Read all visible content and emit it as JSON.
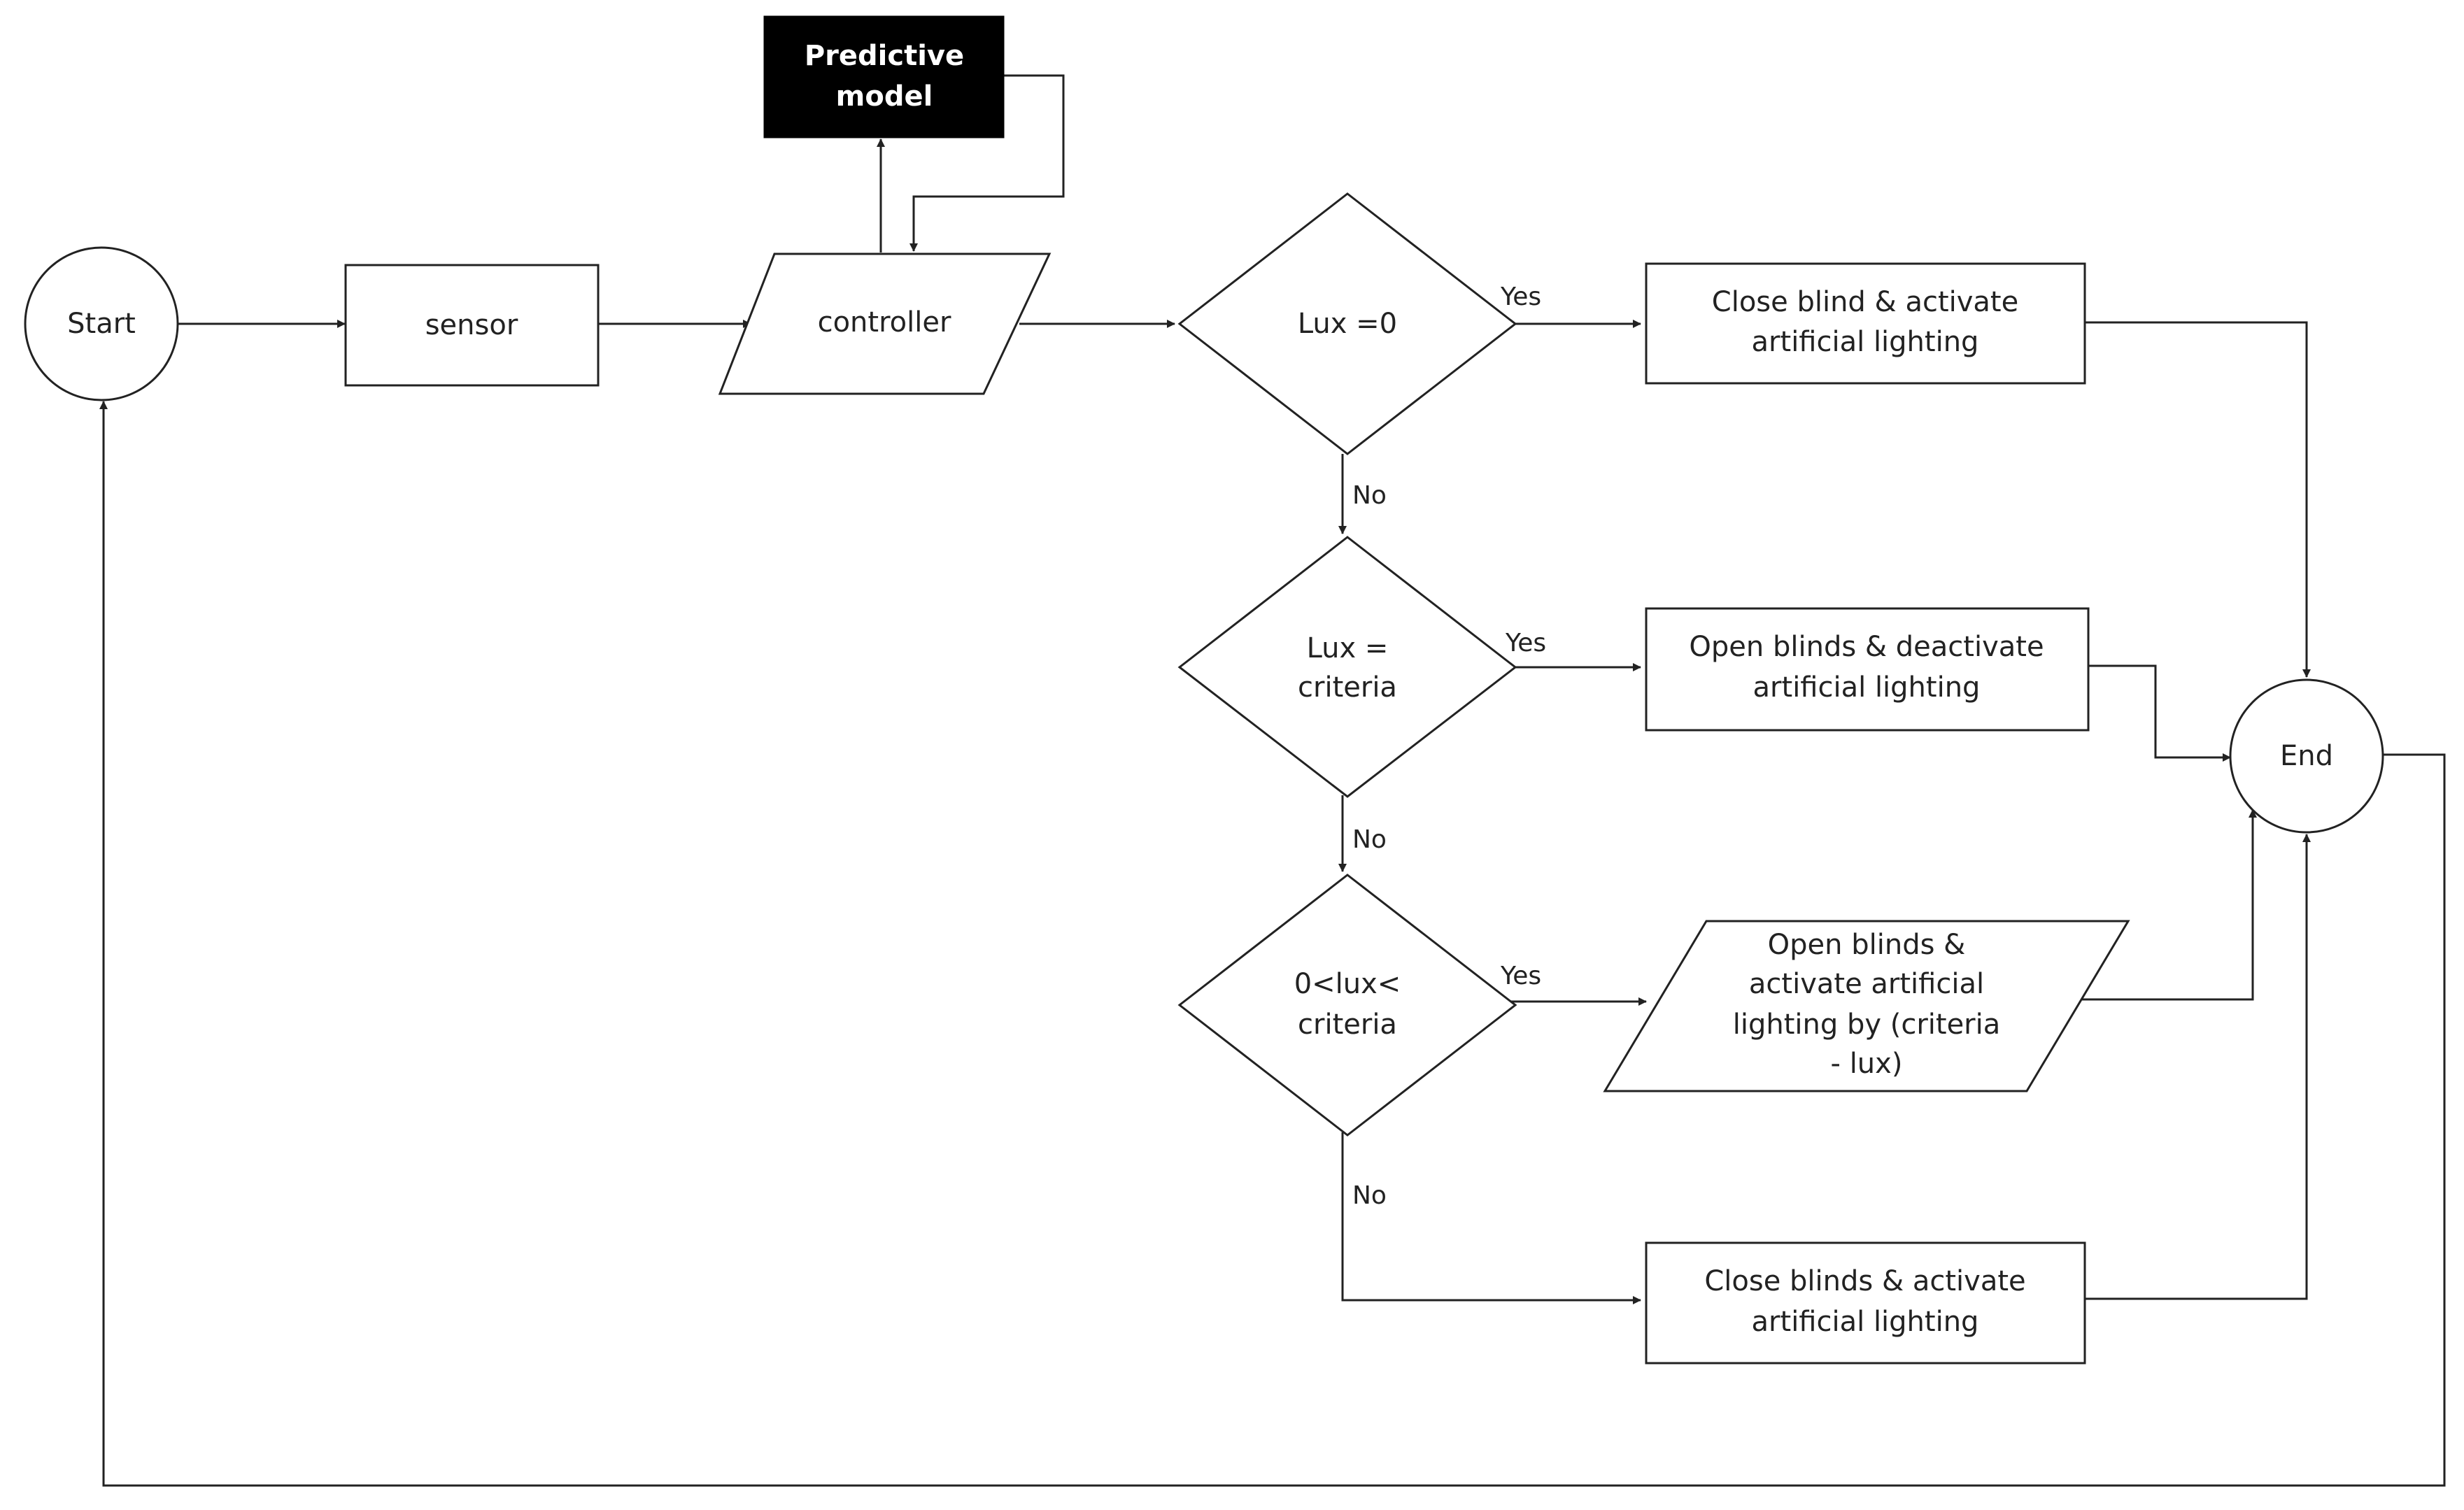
{
  "nodes": {
    "start": {
      "label": "Start"
    },
    "sensor": {
      "label": "sensor"
    },
    "controller": {
      "label": "controller"
    },
    "predictive_model": {
      "lines": [
        "Predictive",
        "model"
      ]
    },
    "decision_lux_zero": {
      "label": "Lux =0"
    },
    "decision_lux_criteria": {
      "lines": [
        "Lux =",
        "criteria"
      ]
    },
    "decision_lux_range": {
      "lines": [
        "0<lux<",
        "criteria"
      ]
    },
    "action_close_blind": {
      "lines": [
        "Close blind & activate",
        "artificial lighting"
      ]
    },
    "action_open_deactivate": {
      "lines": [
        "Open blinds & deactivate",
        "artificial lighting"
      ]
    },
    "action_open_activate": {
      "lines": [
        "Open blinds &",
        "activate artificial",
        "lighting by (criteria",
        "- lux)"
      ]
    },
    "action_close_blinds": {
      "lines": [
        "Close blinds & activate",
        "artificial lighting"
      ]
    },
    "end": {
      "label": "End"
    }
  },
  "edge_labels": {
    "yes_1": "Yes",
    "no_1": "No",
    "yes_2": "Yes",
    "no_2": "No",
    "yes_3": "Yes",
    "no_3": "No"
  },
  "colors": {
    "stroke": "#222222",
    "predictive_fill": "#000000",
    "predictive_text": "#ffffff"
  }
}
